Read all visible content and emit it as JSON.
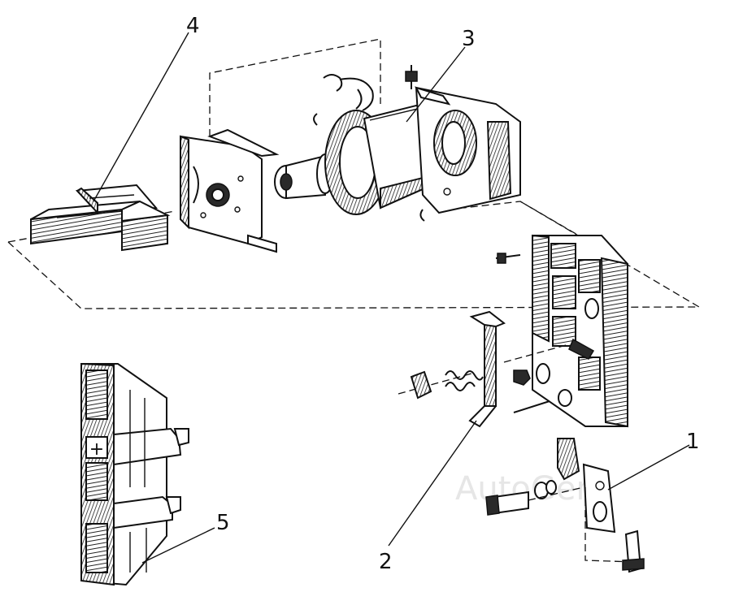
{
  "watermark": "AutoGen",
  "callouts": [
    {
      "id": "1",
      "label": "1"
    },
    {
      "id": "2",
      "label": "2"
    },
    {
      "id": "3",
      "label": "3"
    },
    {
      "id": "4",
      "label": "4"
    },
    {
      "id": "5",
      "label": "5"
    }
  ],
  "terminal_symbol": "+"
}
